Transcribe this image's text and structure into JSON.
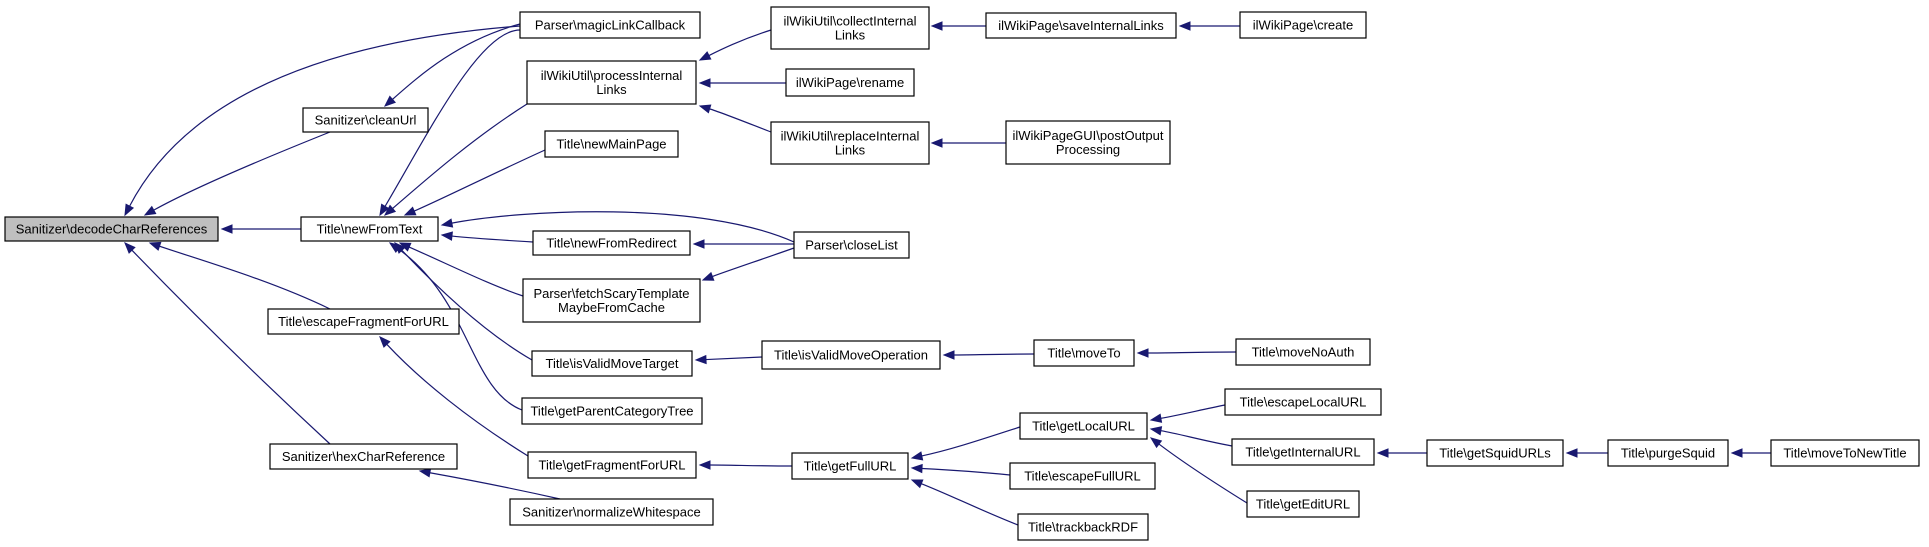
{
  "diagram": {
    "type": "call-graph",
    "colors": {
      "edge": "#191970",
      "root_fill": "#bfbfbf",
      "node_fill": "#ffffff",
      "node_border": "#000000"
    },
    "nodes": [
      {
        "id": "decode",
        "lines": [
          "Sanitizer\\decodeCharReferences"
        ],
        "root": true
      },
      {
        "id": "magic",
        "lines": [
          "Parser\\magicLinkCallback"
        ]
      },
      {
        "id": "cleanurl",
        "lines": [
          "Sanitizer\\cleanUrl"
        ]
      },
      {
        "id": "newfromtext",
        "lines": [
          "Title\\newFromText"
        ]
      },
      {
        "id": "escfrag",
        "lines": [
          "Title\\escapeFragmentForURL"
        ]
      },
      {
        "id": "hexchar",
        "lines": [
          "Sanitizer\\hexCharReference"
        ]
      },
      {
        "id": "procint",
        "lines": [
          "ilWikiUtil\\processInternal",
          "Links"
        ]
      },
      {
        "id": "newmain",
        "lines": [
          "Title\\newMainPage"
        ]
      },
      {
        "id": "newredirect",
        "lines": [
          "Title\\newFromRedirect"
        ]
      },
      {
        "id": "fetchscary",
        "lines": [
          "Parser\\fetchScaryTemplate",
          "MaybeFromCache"
        ]
      },
      {
        "id": "validmovetarget",
        "lines": [
          "Title\\isValidMoveTarget"
        ]
      },
      {
        "id": "parentcat",
        "lines": [
          "Title\\getParentCategoryTree"
        ]
      },
      {
        "id": "getfrag",
        "lines": [
          "Title\\getFragmentForURL"
        ]
      },
      {
        "id": "normws",
        "lines": [
          "Sanitizer\\normalizeWhitespace"
        ]
      },
      {
        "id": "collectint",
        "lines": [
          "ilWikiUtil\\collectInternal",
          "Links"
        ]
      },
      {
        "id": "rename",
        "lines": [
          "ilWikiPage\\rename"
        ]
      },
      {
        "id": "replaceint",
        "lines": [
          "ilWikiUtil\\replaceInternal",
          "Links"
        ]
      },
      {
        "id": "closelist",
        "lines": [
          "Parser\\closeList"
        ]
      },
      {
        "id": "validmoveop",
        "lines": [
          "Title\\isValidMoveOperation"
        ]
      },
      {
        "id": "getfullurl",
        "lines": [
          "Title\\getFullURL"
        ]
      },
      {
        "id": "saveint",
        "lines": [
          "ilWikiPage\\saveInternalLinks"
        ]
      },
      {
        "id": "postout",
        "lines": [
          "ilWikiPageGUI\\postOutput",
          "Processing"
        ]
      },
      {
        "id": "moveto",
        "lines": [
          "Title\\moveTo"
        ]
      },
      {
        "id": "getlocalurl",
        "lines": [
          "Title\\getLocalURL"
        ]
      },
      {
        "id": "escfullurl",
        "lines": [
          "Title\\escapeFullURL"
        ]
      },
      {
        "id": "trackback",
        "lines": [
          "Title\\trackbackRDF"
        ]
      },
      {
        "id": "create",
        "lines": [
          "ilWikiPage\\create"
        ]
      },
      {
        "id": "movenoauth",
        "lines": [
          "Title\\moveNoAuth"
        ]
      },
      {
        "id": "esclocalurl",
        "lines": [
          "Title\\escapeLocalURL"
        ]
      },
      {
        "id": "getinturl",
        "lines": [
          "Title\\getInternalURL"
        ]
      },
      {
        "id": "geteditclurl",
        "lines": [
          "Title\\getEditURL"
        ]
      },
      {
        "id": "getsquidurls",
        "lines": [
          "Title\\getSquidURLs"
        ]
      },
      {
        "id": "purgesquid",
        "lines": [
          "Title\\purgeSquid"
        ]
      },
      {
        "id": "movetonewtitle",
        "lines": [
          "Title\\moveToNewTitle"
        ]
      }
    ],
    "edges": [
      [
        "magic",
        "decode"
      ],
      [
        "cleanurl",
        "decode"
      ],
      [
        "newfromtext",
        "decode"
      ],
      [
        "escfrag",
        "decode"
      ],
      [
        "hexchar",
        "decode"
      ],
      [
        "magic",
        "cleanurl"
      ],
      [
        "magic",
        "newfromtext"
      ],
      [
        "procint",
        "newfromtext"
      ],
      [
        "newmain",
        "newfromtext"
      ],
      [
        "newredirect",
        "newfromtext"
      ],
      [
        "closelist",
        "newfromtext"
      ],
      [
        "fetchscary",
        "newfromtext"
      ],
      [
        "validmovetarget",
        "newfromtext"
      ],
      [
        "parentcat",
        "newfromtext"
      ],
      [
        "getfrag",
        "escfrag"
      ],
      [
        "normws",
        "hexchar"
      ],
      [
        "collectint",
        "procint"
      ],
      [
        "rename",
        "procint"
      ],
      [
        "replaceint",
        "procint"
      ],
      [
        "closelist",
        "newredirect"
      ],
      [
        "closelist",
        "fetchscary"
      ],
      [
        "validmoveop",
        "validmovetarget"
      ],
      [
        "getfullurl",
        "getfrag"
      ],
      [
        "saveint",
        "collectint"
      ],
      [
        "postout",
        "replaceint"
      ],
      [
        "moveto",
        "validmoveop"
      ],
      [
        "getlocalurl",
        "getfullurl"
      ],
      [
        "escfullurl",
        "getfullurl"
      ],
      [
        "trackback",
        "getfullurl"
      ],
      [
        "create",
        "saveint"
      ],
      [
        "movenoauth",
        "moveto"
      ],
      [
        "esclocalurl",
        "getlocalurl"
      ],
      [
        "getinturl",
        "getlocalurl"
      ],
      [
        "geteditclurl",
        "getlocalurl"
      ],
      [
        "getsquidurls",
        "getinturl"
      ],
      [
        "purgesquid",
        "getsquidurls"
      ],
      [
        "movetonewtitle",
        "purgesquid"
      ]
    ]
  }
}
